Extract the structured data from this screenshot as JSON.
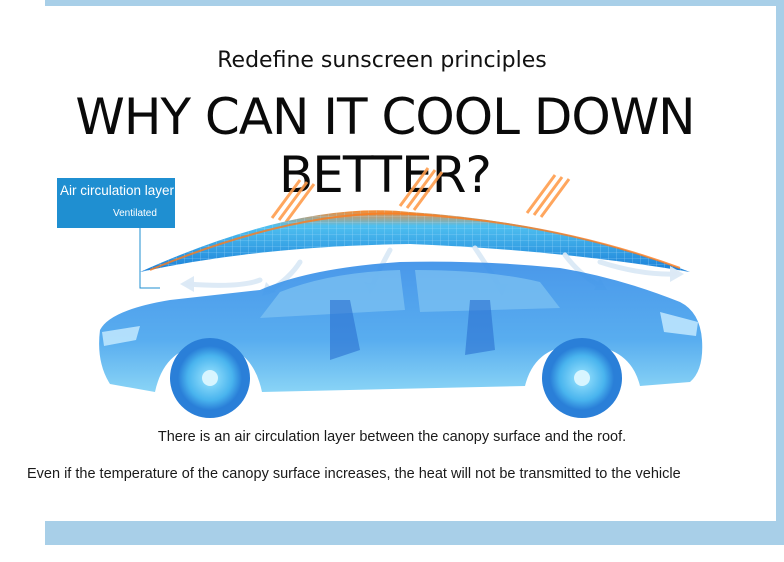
{
  "subtitle": "Redefine sunscreen principles",
  "headline": "WHY CAN IT COOL DOWN BETTER?",
  "label": {
    "title": "Air circulation layer",
    "subtitle": "Ventilated"
  },
  "captions": {
    "line1": "There is an air circulation layer between the canopy surface and the roof.",
    "line2": "Even if the temperature of the canopy surface increases, the heat will not be transmitted to the vehicle"
  },
  "colors": {
    "frame": "#a8cfe8",
    "label_bg": "#1f8fd1",
    "car": "#2f7fe0",
    "canopy": "#3aa8e8",
    "heat": "#ff7a1a"
  }
}
